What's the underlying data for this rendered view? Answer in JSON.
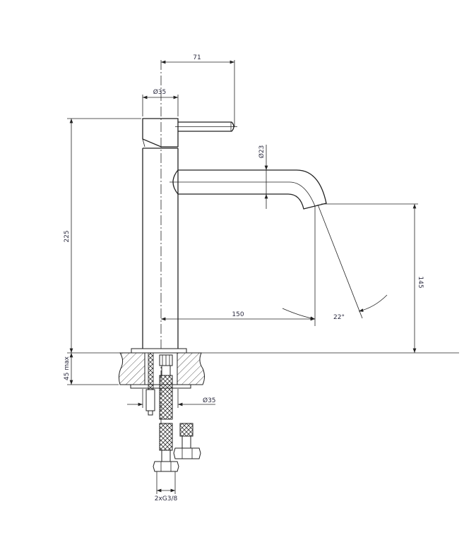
{
  "title": "Tall basin mixer dimension drawing",
  "dimensions": {
    "lever_reach": "71",
    "body_diameter_top": "Ø35",
    "spout_diameter": "Ø23",
    "total_height": "225",
    "counter_thickness": "45 max",
    "spout_height": "145",
    "spout_reach": "150",
    "flow_angle": "22°",
    "hole_diameter": "Ø35",
    "connection": "2xG3/8"
  }
}
